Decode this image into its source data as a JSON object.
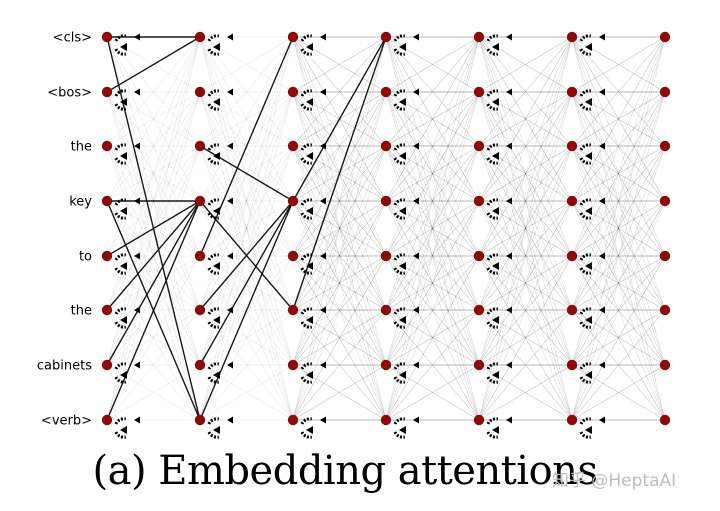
{
  "tokens": [
    "<cls>",
    "<bos>",
    "the",
    "key",
    "to",
    "the",
    "cabinets",
    "<verb>"
  ],
  "caption": "(a) Embedding attentions",
  "watermark": "知乎 @HeptaAI",
  "colors": {
    "node": "#8b0a0a",
    "edge": "#000000",
    "background": "#ffffff",
    "watermark": "#bdbdbd"
  },
  "layers": 7,
  "strong_links": [
    {
      "from_layer": 0,
      "from_token": 0,
      "to_layer": 1,
      "to_token": 0
    },
    {
      "from_layer": 0,
      "from_token": 0,
      "to_layer": 1,
      "to_token": 7
    },
    {
      "from_layer": 0,
      "from_token": 1,
      "to_layer": 1,
      "to_token": 0
    },
    {
      "from_layer": 0,
      "from_token": 3,
      "to_layer": 1,
      "to_token": 3
    },
    {
      "from_layer": 0,
      "from_token": 3,
      "to_layer": 1,
      "to_token": 7
    },
    {
      "from_layer": 0,
      "from_token": 4,
      "to_layer": 1,
      "to_token": 3
    },
    {
      "from_layer": 0,
      "from_token": 5,
      "to_layer": 1,
      "to_token": 3
    },
    {
      "from_layer": 0,
      "from_token": 6,
      "to_layer": 1,
      "to_token": 3
    },
    {
      "from_layer": 0,
      "from_token": 7,
      "to_layer": 1,
      "to_token": 3
    },
    {
      "from_layer": 1,
      "from_token": 2,
      "to_layer": 2,
      "to_token": 3
    },
    {
      "from_layer": 1,
      "from_token": 3,
      "to_layer": 2,
      "to_token": 5
    },
    {
      "from_layer": 1,
      "from_token": 5,
      "to_layer": 2,
      "to_token": 3
    },
    {
      "from_layer": 1,
      "from_token": 6,
      "to_layer": 2,
      "to_token": 3
    },
    {
      "from_layer": 1,
      "from_token": 7,
      "to_layer": 2,
      "to_token": 3
    },
    {
      "from_layer": 1,
      "from_token": 4,
      "to_layer": 2,
      "to_token": 0
    },
    {
      "from_layer": 2,
      "from_token": 3,
      "to_layer": 3,
      "to_token": 0
    },
    {
      "from_layer": 2,
      "from_token": 5,
      "to_layer": 3,
      "to_token": 0
    }
  ]
}
